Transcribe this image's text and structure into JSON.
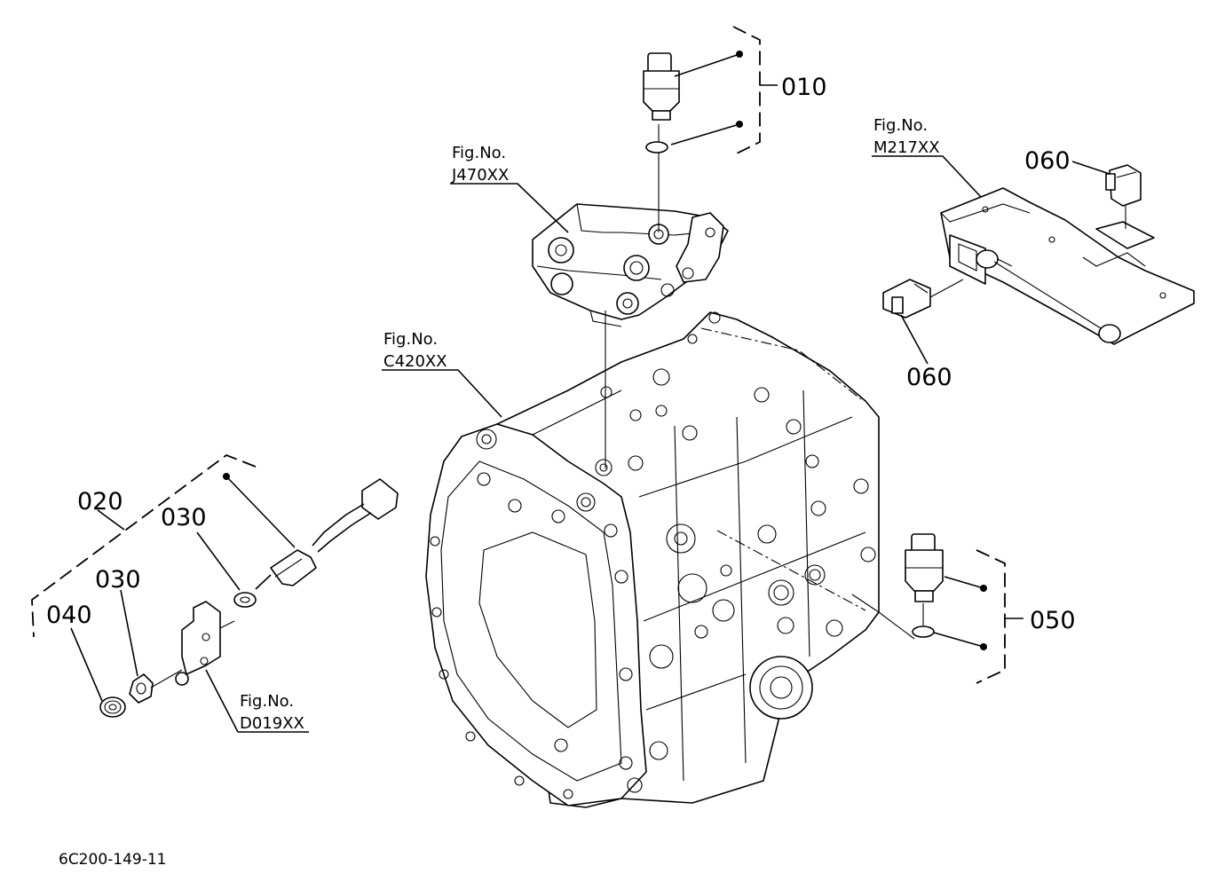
{
  "parts": {
    "p010": "010",
    "p020": "020",
    "p030a": "030",
    "p030b": "030",
    "p040": "040",
    "p050": "050",
    "p060a": "060",
    "p060b": "060"
  },
  "figrefs": {
    "j470": {
      "caption": "Fig.No.",
      "code": "J470XX"
    },
    "c420": {
      "caption": "Fig.No.",
      "code": "C420XX"
    },
    "m217": {
      "caption": "Fig.No.",
      "code": "M217XX"
    },
    "d019": {
      "caption": "Fig.No.",
      "code": "D019XX"
    }
  },
  "drawing_code": "6C200-149-11"
}
